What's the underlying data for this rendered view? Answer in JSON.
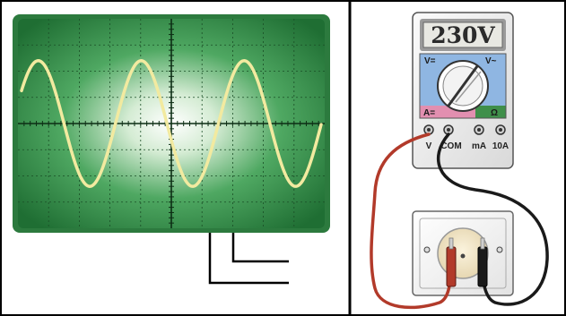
{
  "oscilloscope": {
    "grid": {
      "columns": 10,
      "rows": 8
    },
    "waveform": {
      "type": "sine",
      "cycles": 3,
      "color": "#f2eaa0"
    },
    "screen_colors": {
      "center": "#ffffff",
      "mid": "#4fa862",
      "edge": "#1f6e33"
    }
  },
  "multimeter": {
    "display": "230V",
    "mode_labels": {
      "dc_voltage": "V=",
      "ac_voltage": "V~",
      "dc_current": "A=",
      "ohm": "Ω"
    },
    "jacks": [
      "V",
      "COM",
      "mA",
      "10A"
    ],
    "section_colors": {
      "voltage": "#8fb6e2",
      "current": "#e28fb0",
      "ohm": "#3f8f4a"
    }
  },
  "wires": {
    "red": "#b23a2a",
    "black": "#1a1a1a"
  }
}
